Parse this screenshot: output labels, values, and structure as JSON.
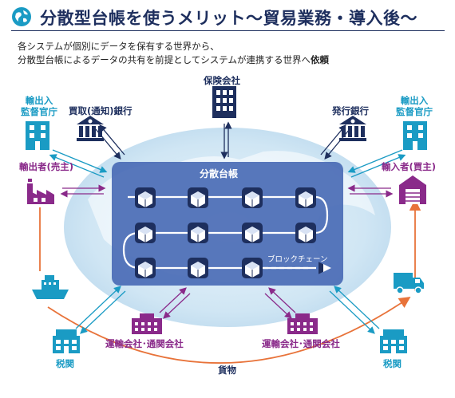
{
  "header": {
    "title": "分散型台帳を使うメリット～貿易業務・導入後～",
    "description_line1": "各システムが個別にデータを保有する世界から、",
    "description_line2_prefix": "分散型台帳によるデータの共有を前提としてシステムが連携する世界へ",
    "description_line2_emphasis": "依頼"
  },
  "nodes": {
    "insurance": "保険会社",
    "buyer_bank": "買取(通知)銀行",
    "issuing_bank": "発行銀行",
    "export_regulator": "輸出入\n監督官庁",
    "import_regulator": "輸出入\n監督官庁",
    "exporter": "輸出者(売主)",
    "importer": "輸入者(買主)",
    "carrier_left": "運輸会社･通関会社",
    "carrier_right": "運輸会社･通関会社",
    "customs_left": "税関",
    "customs_right": "税関",
    "cargo": "貨物"
  },
  "ledger": {
    "title": "分散台帳",
    "blockchain_label": "ブロックチェーン"
  },
  "colors": {
    "navy": "#1e2f5e",
    "purple": "#8a2a8a",
    "teal": "#1a9bc4",
    "ledger_blue": "#4a6bb5",
    "cargo_orange": "#e8733a"
  },
  "icons": {
    "title": "globe-icon",
    "insurance": "office-building-icon",
    "banks": "bank-icon",
    "regulators": "government-building-icon",
    "exporter": "factory-icon",
    "importer": "warehouse-icon",
    "ship": "cargo-ship-icon",
    "truck": "delivery-truck-icon",
    "carriers": "office-building-icon",
    "customs": "customs-building-icon",
    "blocks": "cube-icon"
  }
}
